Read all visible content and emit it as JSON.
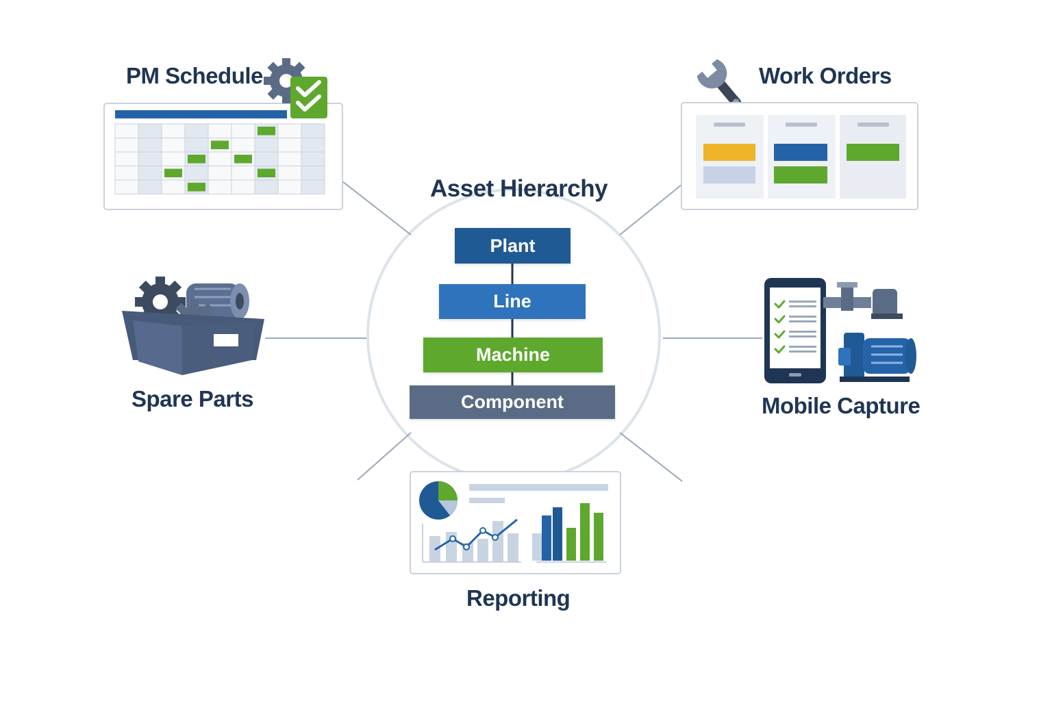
{
  "title": "Asset Hierarchy",
  "hierarchy": {
    "levels": [
      {
        "label": "Plant",
        "color": "#1f5a95"
      },
      {
        "label": "Line",
        "color": "#2f73bd"
      },
      {
        "label": "Machine",
        "color": "#5ea82e"
      },
      {
        "label": "Component",
        "color": "#5a6b86"
      }
    ]
  },
  "modules": {
    "pm_schedule": {
      "label": "PM Schedule"
    },
    "work_orders": {
      "label": "Work Orders"
    },
    "spare_parts": {
      "label": "Spare Parts"
    },
    "mobile_capture": {
      "label": "Mobile Capture"
    },
    "reporting": {
      "label": "Reporting"
    }
  },
  "colors": {
    "navy": "#1f3554",
    "blue": "#2563a8",
    "green": "#5ea82e",
    "amber": "#f0b429",
    "gray": "#5a6b86",
    "connector": "#9aa8ba"
  }
}
